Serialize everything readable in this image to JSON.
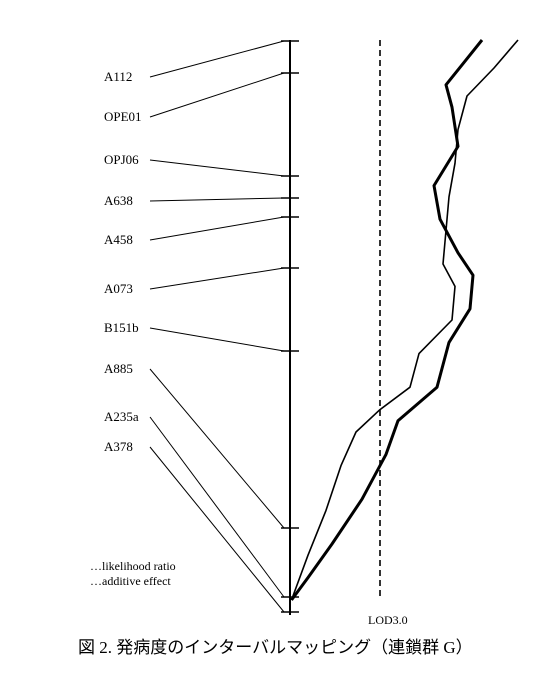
{
  "chart_data": {
    "type": "line",
    "caption": "図 2.  発病度のインターバルマッピング（連鎖群 G）",
    "threshold_label": "LOD3.0",
    "legend": [
      {
        "key": "likelihood",
        "text": "…likelihood    ratio"
      },
      {
        "key": "additive",
        "text": "…additive    effect"
      }
    ],
    "markers": [
      "A112",
      "OPE01",
      "OPJ06",
      "A638",
      "A458",
      "A073",
      "B151b",
      "A885",
      "A235a",
      "A378"
    ],
    "series": [
      {
        "key": "likelihood",
        "points": [
          [
            0.0,
            6.4
          ],
          [
            0.04,
            5.8
          ],
          [
            0.08,
            5.2
          ],
          [
            0.12,
            5.4
          ],
          [
            0.19,
            5.6
          ],
          [
            0.26,
            4.8
          ],
          [
            0.32,
            5.0
          ],
          [
            0.38,
            5.6
          ],
          [
            0.42,
            6.1
          ],
          [
            0.48,
            6.0
          ],
          [
            0.54,
            5.3
          ],
          [
            0.62,
            4.9
          ],
          [
            0.68,
            3.6
          ],
          [
            0.74,
            3.2
          ],
          [
            0.82,
            2.4
          ],
          [
            0.9,
            1.4
          ],
          [
            0.96,
            0.6
          ],
          [
            1.0,
            0.05
          ]
        ]
      },
      {
        "key": "additive",
        "points": [
          [
            0.0,
            7.6
          ],
          [
            0.05,
            6.8
          ],
          [
            0.1,
            5.9
          ],
          [
            0.16,
            5.6
          ],
          [
            0.22,
            5.5
          ],
          [
            0.28,
            5.3
          ],
          [
            0.34,
            5.2
          ],
          [
            0.4,
            5.1
          ],
          [
            0.44,
            5.5
          ],
          [
            0.5,
            5.4
          ],
          [
            0.56,
            4.3
          ],
          [
            0.62,
            4.0
          ],
          [
            0.66,
            3.0
          ],
          [
            0.7,
            2.2
          ],
          [
            0.76,
            1.7
          ],
          [
            0.84,
            1.2
          ],
          [
            0.92,
            0.6
          ],
          [
            1.0,
            0.05
          ]
        ]
      }
    ]
  }
}
